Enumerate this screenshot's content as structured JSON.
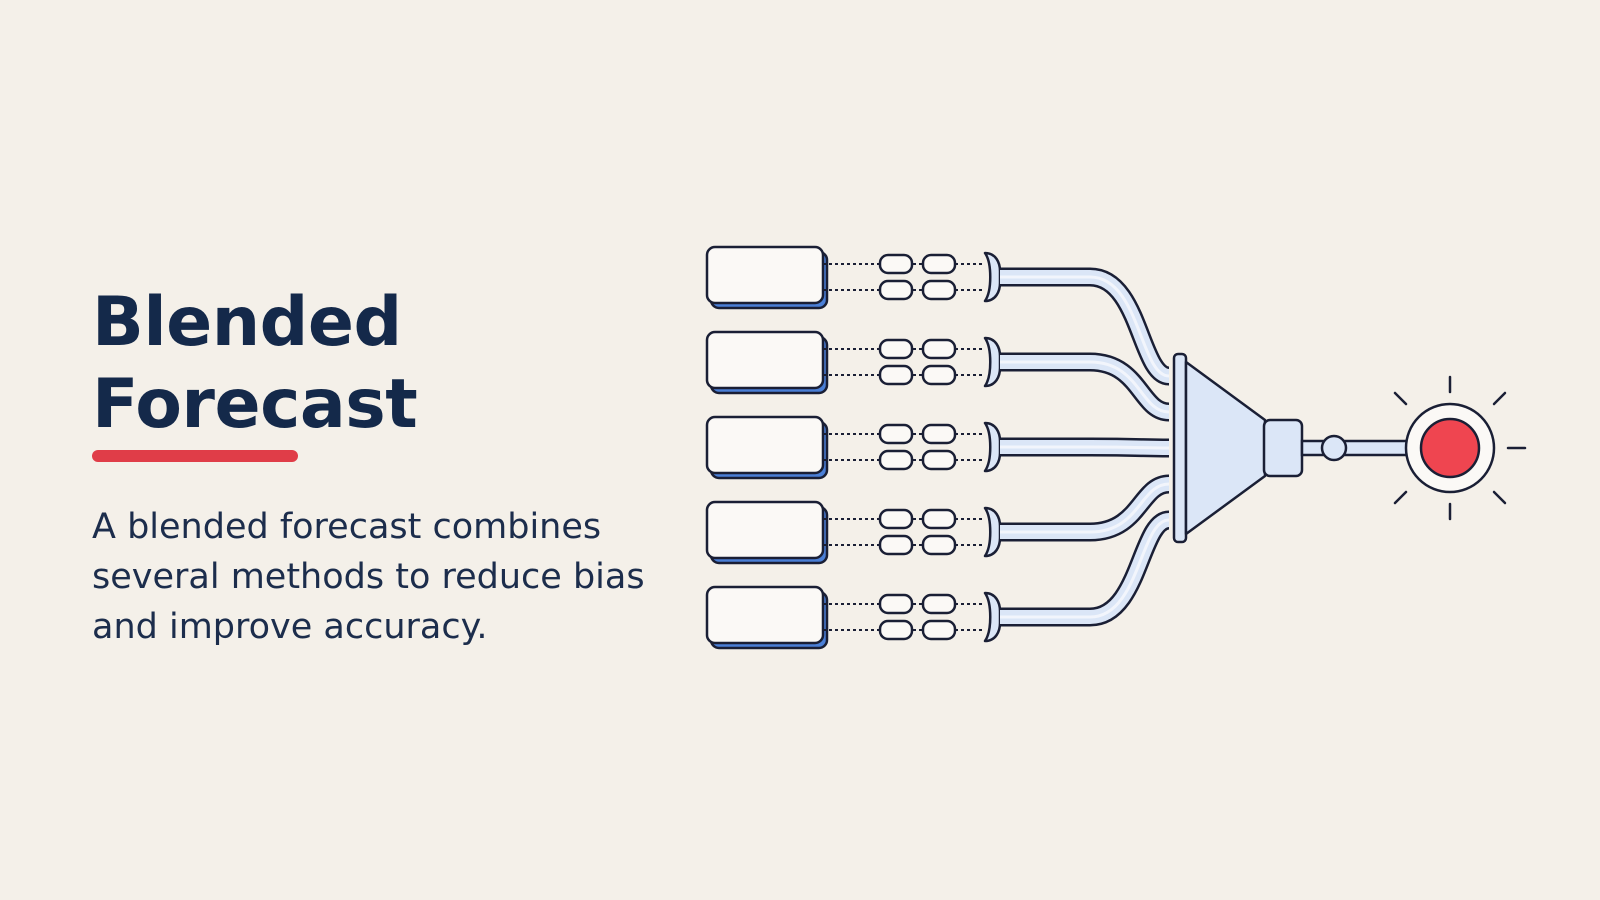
{
  "headline": {
    "line1": "Blended",
    "line2": "Forecast"
  },
  "description": "A blended forecast combines several methods to reduce bias and improve accuracy.",
  "colors": {
    "background": "#f4f0e9",
    "title": "#14294a",
    "accent_underline": "#e03d48",
    "outline": "#1a1f35",
    "pipe_fill": "#dbe6f7",
    "card_fill": "#fbf9f6",
    "card_shadow": "#4a7fd6",
    "output_dot": "#ef4550"
  },
  "icons": {
    "inputs": "method-card-icon",
    "connectors": "link-chain-icon",
    "merge": "funnel-icon",
    "output": "glowing-dot-icon"
  },
  "input_method_count": 5
}
